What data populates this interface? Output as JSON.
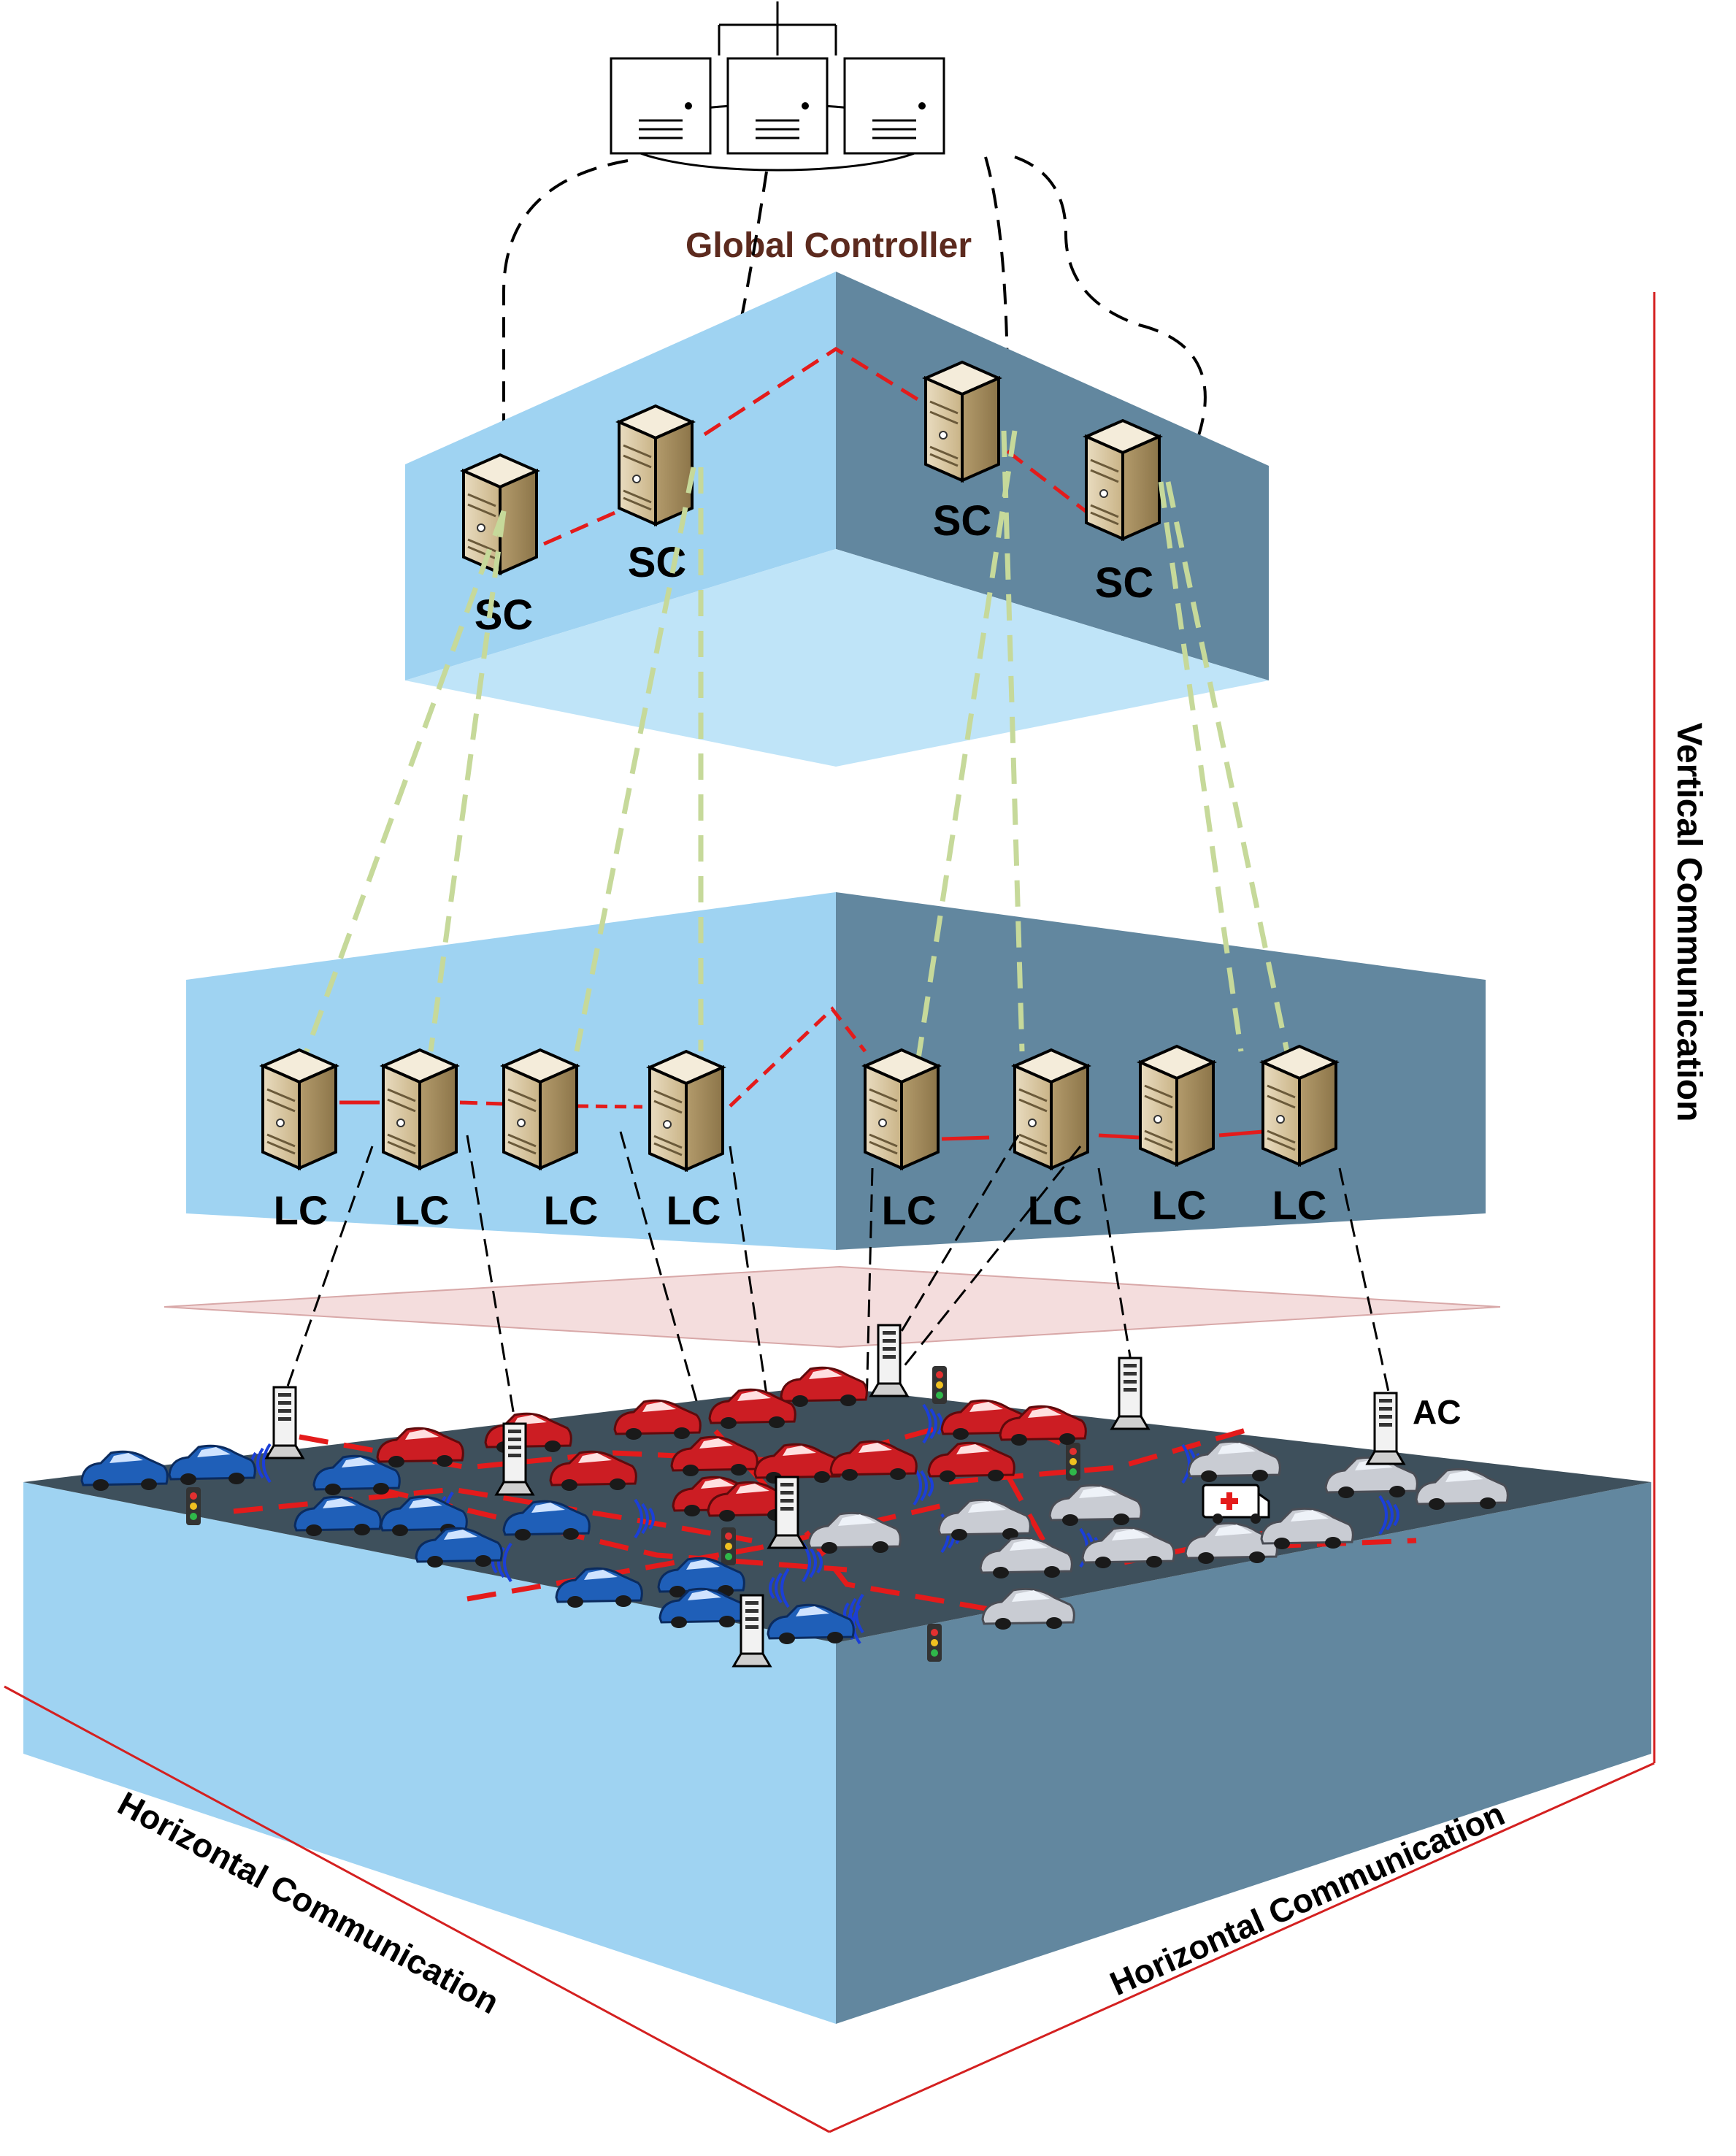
{
  "global_controller": {
    "label": "Global Controller"
  },
  "sdn_controller": {
    "label": "SC"
  },
  "local_controller": {
    "label": "LC"
  },
  "access_controller": {
    "label": "AC"
  },
  "axes": {
    "vertical": "Vertical Communication",
    "horizontal_left": "Horizontal Communication",
    "horizontal_right": "Horizontal Communication"
  },
  "colors": {
    "plane_light": "#9fd3f2",
    "plane_dark": "#62879f",
    "road_surface": "#3e505c",
    "red_link": "#e41b1b",
    "green_link": "#c6d99a",
    "axis_line": "#d42020",
    "car_blue": "#1f5fb8",
    "car_red": "#cc1d23",
    "car_silver": "#c9ccd3"
  }
}
